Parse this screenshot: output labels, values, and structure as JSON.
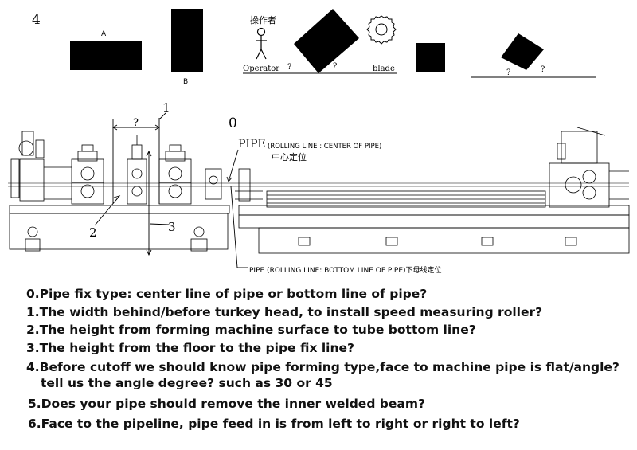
{
  "diagram": {
    "panel_number": "4",
    "label_a": "A",
    "label_b": "B",
    "operator_cn": "操作者",
    "operator_en": "Operator",
    "q1": "?",
    "q2": "?",
    "q3": "?",
    "q4": "?",
    "blade": "blade",
    "dim_1": "1",
    "dim_2": "2",
    "dim_3": "3",
    "dim_0": "0",
    "dim_q": "?",
    "pipe_title": "PIPE",
    "pipe_center_note": "(ROLLING LINE : CENTER OF PIPE)",
    "center_cn": "中心定位",
    "pipe_bottom_note": "PIPE (ROLLING LINE: BOTTOM LINE OF PIPE)下母线定位"
  },
  "questions": [
    "0.Pipe fix type: center line of pipe or bottom line of pipe?",
    "1.The width behind/before turkey head, to install speed measuring roller?",
    "2.The height from forming machine surface to tube bottom line?",
    "3.The height from the floor to the pipe fix line?",
    "4.Before cutoff we should know pipe forming type,face to machine pipe is flat/angle?",
    "tell  us the angle degree? such as 30 or 45",
    "5.Does your pipe should remove the inner welded beam?",
    "6.Face to the pipeline, pipe feed in is from left to right or right to left?"
  ]
}
